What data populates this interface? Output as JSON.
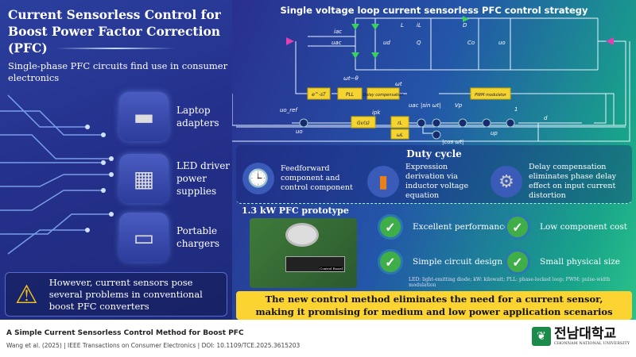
{
  "left": {
    "title_line1": "Current Sensorless Control for",
    "title_line2": "Boost Power Factor Correction (PFC)",
    "subtitle": "Single-phase PFC circuits find use in consumer electronics",
    "items": [
      {
        "label": "Laptop adapters",
        "icon": "laptop-adapter-icon"
      },
      {
        "label": "LED driver power supplies",
        "icon": "led-driver-icon"
      },
      {
        "label": "Portable chargers",
        "icon": "power-bank-icon"
      }
    ],
    "warning": "However, current sensors pose several problems in conventional boost PFC converters"
  },
  "diagram": {
    "title": "Single voltage loop current sensorless PFC control strategy",
    "labels": {
      "iac": "iac",
      "uac": "uac",
      "ud": "ud",
      "L": "L",
      "iL": "iL",
      "D": "D",
      "Q": "Q",
      "Co": "Co",
      "uo": "uo",
      "eminus": "e^-sT",
      "pll": "PLL",
      "delay": "Delay compensation",
      "wt_theta": "ωt−θ",
      "wt": "ωt",
      "pwm": "PWM modulator",
      "uoref": "uo_ref",
      "uo2": "uo",
      "gv": "Gv(s)",
      "ipk": "ipk",
      "rL": "rL",
      "wL": "ωL",
      "uac2": "uac",
      "sin": "|sin ωt|",
      "vp": "Vp",
      "cos": "|cos ωt|",
      "up": "up",
      "one": "1",
      "d": "d"
    }
  },
  "duty": {
    "title": "Duty cycle",
    "items": [
      {
        "text": "Feedforward component and control component",
        "icon": "clock-icon"
      },
      {
        "text": "Expression derivation via inductor voltage equation",
        "icon": "inductor-icon"
      },
      {
        "text": "Delay compensation eliminates phase delay effect on input current distortion",
        "icon": "gears-icon"
      }
    ]
  },
  "prototype": {
    "title": "1.3 kW PFC prototype",
    "board_label": "Control Board"
  },
  "advantages": [
    "Excellent performance",
    "Low component cost",
    "Simple circuit design",
    "Small physical size"
  ],
  "abbreviations": "LED: light-emitting diode; kW: kilowatt; PLL: phase-locked loop; PWM: pulse-width modulation",
  "banner": {
    "line1": "The new control method eliminates the need for a current sensor,",
    "line2": "making it promising for medium and low power application scenarios"
  },
  "footer": {
    "title": "A Simple Current Sensorless Control Method for Boost PFC",
    "citation": "Wang et al. (2025)  |  IEEE Transactions on Consumer Electronics  |  DOI: 10.1109/TCE.2025.3615203"
  },
  "logo": {
    "korean": "전남대학교",
    "english": "CHONNAM NATIONAL UNIVERSITY"
  },
  "colors": {
    "yellow": "#fbd432",
    "check": "#3fae49",
    "panel": "#24308a"
  }
}
